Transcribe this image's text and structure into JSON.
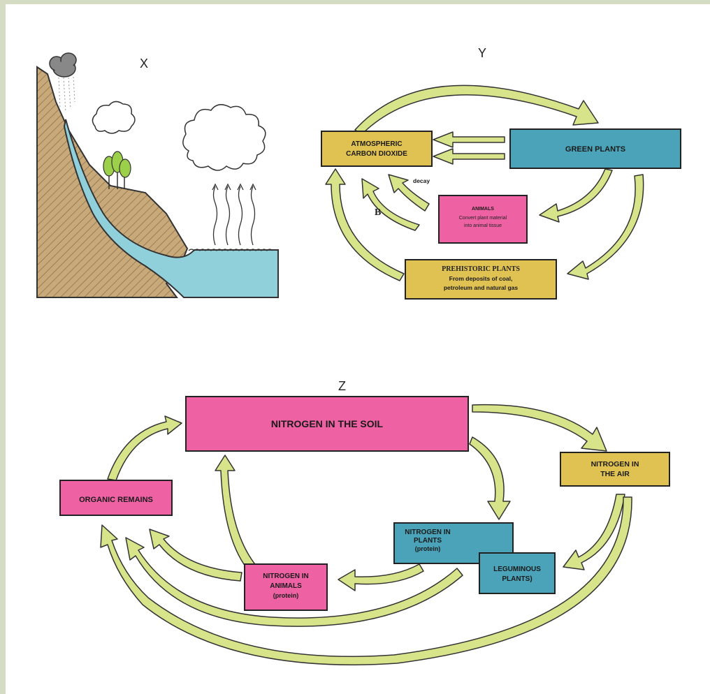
{
  "panel_x": {
    "letter": "X"
  },
  "panel_y": {
    "letter": "Y",
    "atmospheric_co2": [
      "ATMOSPHERIC",
      "CARBON DIOXIDE"
    ],
    "green_plants": "GREEN PLANTS",
    "animals": [
      "ANIMALS",
      "Convert plant material",
      "into animal tissue"
    ],
    "prehistoric": [
      "PREHISTORIC PLANTS",
      "From deposits of coal,",
      "petroleum and natural gas"
    ],
    "decay_label": "decay",
    "b_label": "B",
    "colors": {
      "yellow": "#e0c252",
      "teal": "#4aa3b8",
      "pink": "#ee62a4",
      "arrow": "#d8e48a"
    }
  },
  "panel_z": {
    "letter": "Z",
    "soil": "NITROGEN IN THE SOIL",
    "air": [
      "NITROGEN IN",
      "THE AIR"
    ],
    "organic": "ORGANIC REMAINS",
    "plants": [
      "NITROGEN IN",
      "PLANTS",
      "(protein)"
    ],
    "leguminous": [
      "LEGUMINOUS",
      "PLANTS)"
    ],
    "animals": [
      "NITROGEN IN",
      "ANIMALS",
      "(protein)"
    ]
  }
}
